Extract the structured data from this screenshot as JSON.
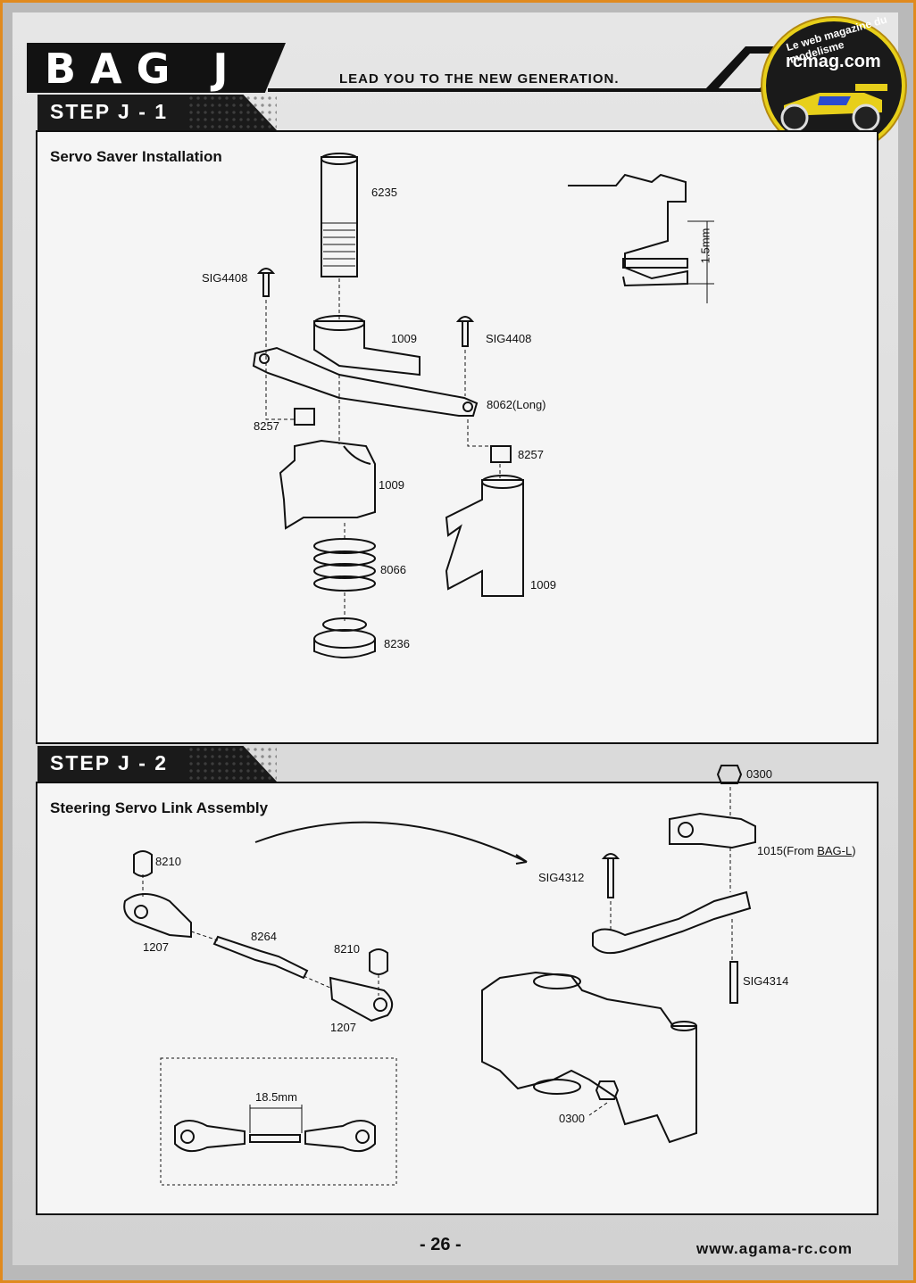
{
  "header": {
    "bag_title": "BAG J",
    "slogan": "LEAD YOU TO THE NEW GENERATION.",
    "badge_line1": "Le web magazine du modelisme",
    "badge_line2": "rcmag.com"
  },
  "step1": {
    "tab": "STEP J - 1",
    "heading": "Servo Saver Installation",
    "labels": {
      "p6235": "6235",
      "sig4408_left": "SIG4408",
      "sig4408_right": "SIG4408",
      "p1009_top": "1009",
      "p8062": "8062(Long)",
      "p8257_left": "8257",
      "p8257_right": "8257",
      "p1009_mid": "1009",
      "p1009_right": "1009",
      "p8066": "8066",
      "p8236": "8236",
      "dim": "1.5mm"
    }
  },
  "step2": {
    "tab": "STEP J - 2",
    "heading": "Steering Servo Link Assembly",
    "labels": {
      "p0300_top": "0300",
      "p1015_prefix": "1015(From ",
      "p1015_link": "BAG-L",
      "p1015_suffix": ")",
      "p8210_left": "8210",
      "sig4312": "SIG4312",
      "p1207_left": "1207",
      "p8264": "8264",
      "p8210_right": "8210",
      "sig4314": "SIG4314",
      "p1207_right": "1207",
      "dim": "18.5mm",
      "p0300_bottom": "0300"
    }
  },
  "footer": {
    "page_number": "- 26 -",
    "url": "www.agama-rc.com"
  }
}
